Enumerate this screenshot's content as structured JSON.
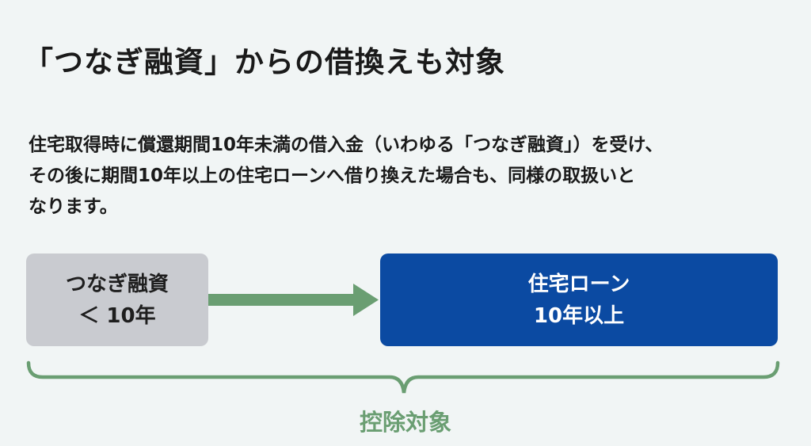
{
  "title": "「つなぎ融資」からの借換えも対象",
  "paragraph": [
    "住宅取得時に償還期間10年未満の借入金（いわゆる「つなぎ融資」）を受け、",
    "その後に期間10年以上の住宅ローンへ借り換えた場合も、同様の取扱いと",
    "なります。"
  ],
  "diagram": {
    "from_box": {
      "line1": "つなぎ融資",
      "line2": "＜ 10年"
    },
    "to_box": {
      "line1": "住宅ローン",
      "line2": "10年以上"
    },
    "bracket_label": "控除対象"
  },
  "colors": {
    "accent_green": "#6a9e72",
    "loan_blue": "#0b4aa2",
    "bridge_gray": "#c9cbd0"
  }
}
